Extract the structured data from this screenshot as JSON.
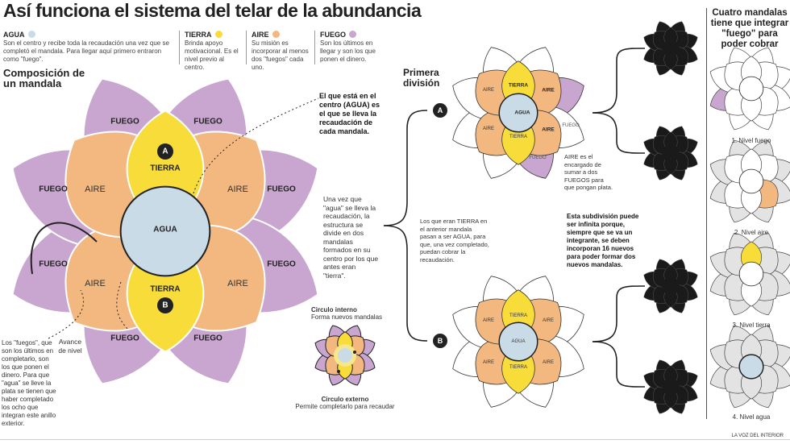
{
  "title": "Así funciona el sistema del telar de la abundancia",
  "legend": [
    {
      "name": "AGUA",
      "color": "#c9dbe6",
      "text": "Son el centro y recibe toda la recaudación una vez que se completó el mandala. Para llegar aquí primero entraron como \"fuego\"."
    },
    {
      "name": "TIERRA",
      "color": "#f7dc3a",
      "text": "Brinda apoyo motivacional. Es el nivel previo al centro."
    },
    {
      "name": "AIRE",
      "color": "#f3b880",
      "text": "Su misión es incorporar al menos dos \"fuegos\" cada uno."
    },
    {
      "name": "FUEGO",
      "color": "#c9a6cf",
      "text": "Son los últimos en llegar y son los que ponen el dinero."
    }
  ],
  "composition": {
    "title": "Composición de un mandala",
    "agua": "AGUA",
    "tierra": "TIERRA",
    "aire": "AIRE",
    "fuego": "FUEGO",
    "a": "A",
    "b": "B",
    "center_note": "El que está en el centro (AGUA) es el que se lleva la recaudación de cada mandala.",
    "split_note": "Una vez que \"agua\" se lleva la recaudación, la estructura se divide en dos mandalas formados en su centro por los que antes eran \"tierra\".",
    "fuegos_note": "Los \"fuegos\", que son los últimos en completarlo, son los que ponen el dinero. Para que \"agua\" se lleve la plata se tienen que haber completado los ocho que integran este anillo exterior.",
    "advance": "Avance de nivel"
  },
  "circles": {
    "inner_title": "Circulo interno",
    "inner_text": "Forma nuevos mandalas",
    "outer_title": "Circulo externo",
    "outer_text": "Permite completarlo para recaudar"
  },
  "division": {
    "title": "Primera división",
    "aire_note": "AIRE es el encargado de sumar a dos FUEGOS para que pongan plata.",
    "tierra_note": "Los que eran TIERRA en el anterior mandala pasan a ser AGUA, para que, una vez completado, puedan cobrar la recaudación.",
    "infinite_note": "Esta subdivisión puede ser infinita porque, siempre que se va un integrante, se deben incorporan 16 nuevos para poder formar dos nuevos mandalas."
  },
  "levels": {
    "title": "Cuatro mandalas tiene que integrar \"fuego\" para poder cobrar",
    "items": [
      "1. Nivel fuego",
      "2. Nivel aire",
      "3. Nivel tierra",
      "4. Nivel agua"
    ]
  },
  "credit": "LA VOZ DEL INTERIOR"
}
